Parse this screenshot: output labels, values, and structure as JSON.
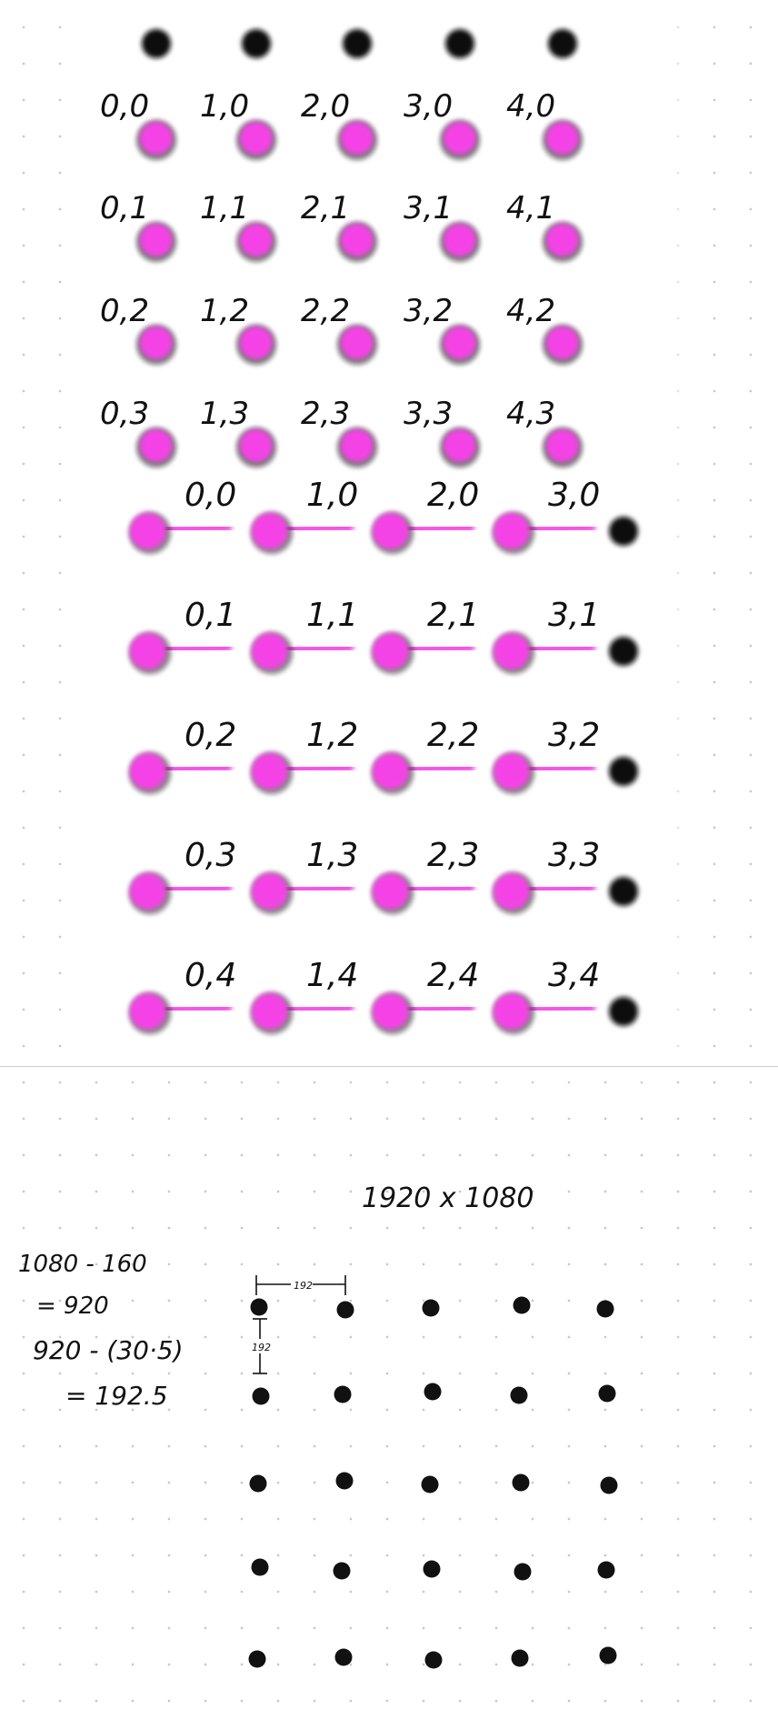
{
  "colors": {
    "edge": "#f542e6",
    "node": "#111111",
    "dot_grid": "#c9c9c9",
    "divider": "#c7c9e6"
  },
  "vertical_group": {
    "rows": [
      [
        "0,0",
        "1,0",
        "2,0",
        "3,0",
        "4,0"
      ],
      [
        "0,1",
        "1,1",
        "2,1",
        "3,1",
        "4,1"
      ],
      [
        "0,2",
        "1,2",
        "2,2",
        "3,2",
        "4,2"
      ],
      [
        "0,3",
        "1,3",
        "2,3",
        "3,3",
        "4,3"
      ]
    ]
  },
  "horizontal_group": {
    "rows": [
      [
        "0,0",
        "1,0",
        "2,0",
        "3,0"
      ],
      [
        "0,1",
        "1,1",
        "2,1",
        "3,1"
      ],
      [
        "0,2",
        "1,2",
        "2,2",
        "3,2"
      ],
      [
        "0,3",
        "1,3",
        "2,3",
        "3,3"
      ],
      [
        "0,4",
        "1,4",
        "2,4",
        "3,4"
      ]
    ]
  },
  "notes": {
    "resolution": "1920 x 1080",
    "calc_line_1": "1080 - 160",
    "calc_line_2": "= 920",
    "calc_line_3": "920 - (30·5)",
    "calc_line_4": "= 192.5",
    "dim_horizontal": "192",
    "dim_vertical": "192"
  },
  "dot_matrix": {
    "rows": 5,
    "cols": 5
  }
}
